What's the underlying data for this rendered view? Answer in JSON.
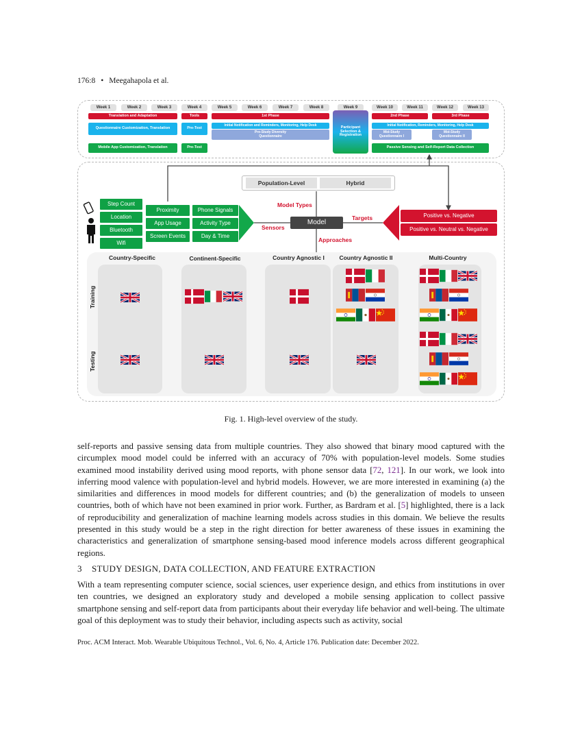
{
  "header": {
    "page_ref": "176:8",
    "separator": "•",
    "authors": "Meegahapola et al."
  },
  "figure": {
    "weeks": [
      "Week 1",
      "Week 2",
      "Week 3",
      "Week 4",
      "Week 5",
      "Week 6",
      "Week 7",
      "Week 8",
      "Week 9",
      "Week 10",
      "Week 11",
      "Week 12",
      "Week 13"
    ],
    "timeline": {
      "translation": "Translation and Adaptation",
      "tools": "Tools",
      "phase1": "1st Phase",
      "phase2": "2nd Phase",
      "phase3": "3rd Phase",
      "questionnaire": "Questionnaire Customization, Translation",
      "pretest1": "Pre-Test",
      "pretest2": "Pre-Test",
      "initial1": "Initial Notification and Reminders, Monitoring, Help Desk",
      "prestudy": "Pre-Study Diversity Questionnaire",
      "participant": "Participant Selection & Registration",
      "initial2": "Initial Notification, Reminders, Monitoring, Help Desk",
      "midstudy1": "Mid-Study Questionnaire I",
      "midstudy2": "Mid-Study Questionnaire II",
      "mobileapp": "Mobile App Customization, Translation",
      "passive": "Passive Sensing and Self-Report Data Collection"
    },
    "model_types": [
      "Population-Level",
      "Hybrid"
    ],
    "model_types_label": "Model Types",
    "model_label": "Model",
    "sensors_label": "Sensors",
    "targets_label": "Targets",
    "approaches_label": "Approaches",
    "sensors": [
      "Step Count",
      "Location",
      "Bluetooth",
      "Wifi",
      "Proximity",
      "App Usage",
      "Screen Events",
      "Phone Signals",
      "Activity Type",
      "Day & Time"
    ],
    "targets": [
      "Positive vs. Negative",
      "Positive vs. Neutral vs. Negative"
    ],
    "approaches": [
      "Country-Specific",
      "Continent-Specific",
      "Country Agnostic I",
      "Country Agnostic II",
      "Multi-Country"
    ],
    "row_labels": [
      "Training",
      "Testing"
    ],
    "colors": {
      "red": "#d3132e",
      "blue": "#1ab3ec",
      "green": "#12a84a",
      "light_blue": "#8fa8dc"
    }
  },
  "caption": "Fig. 1.  High-level overview of the study.",
  "para1": {
    "t1": "self-reports and passive sensing data from multiple countries. They also showed that binary mood captured with the circumplex mood model could be inferred with an accuracy of 70% with population-level models. Some studies examined mood instability derived using mood reports, with phone sensor data [",
    "c1": "72",
    "t2": ", ",
    "c2": "121",
    "t3": "]. In our work, we look into inferring mood valence with population-level and hybrid models. However, we are more interested in examining (a) the similarities and differences in mood models for different countries; and (b) the generalization of models to unseen countries, both of which have not been examined in prior work. Further, as Bardram et al. [",
    "c3": "5",
    "t4": "] highlighted, there is a lack of reproducibility and generalization of machine learning models across studies in this domain. We believe the results presented in this study would be a step in the right direction for better awareness of these issues in examining the characteristics and generalization of smartphone sensing-based mood inference models across different geographical regions."
  },
  "section_heading": "3    STUDY DESIGN, DATA COLLECTION, AND FEATURE EXTRACTION",
  "para2": "With a team representing computer science, social sciences, user experience design, and ethics from institutions in over ten countries, we designed an exploratory study and developed a mobile sensing application to collect passive smartphone sensing and self-report data from participants about their everyday life behavior and well-being. The ultimate goal of this deployment was to study their behavior, including aspects such as activity, social",
  "footer": "Proc. ACM Interact. Mob. Wearable Ubiquitous Technol., Vol. 6, No. 4, Article 176. Publication date: December 2022."
}
